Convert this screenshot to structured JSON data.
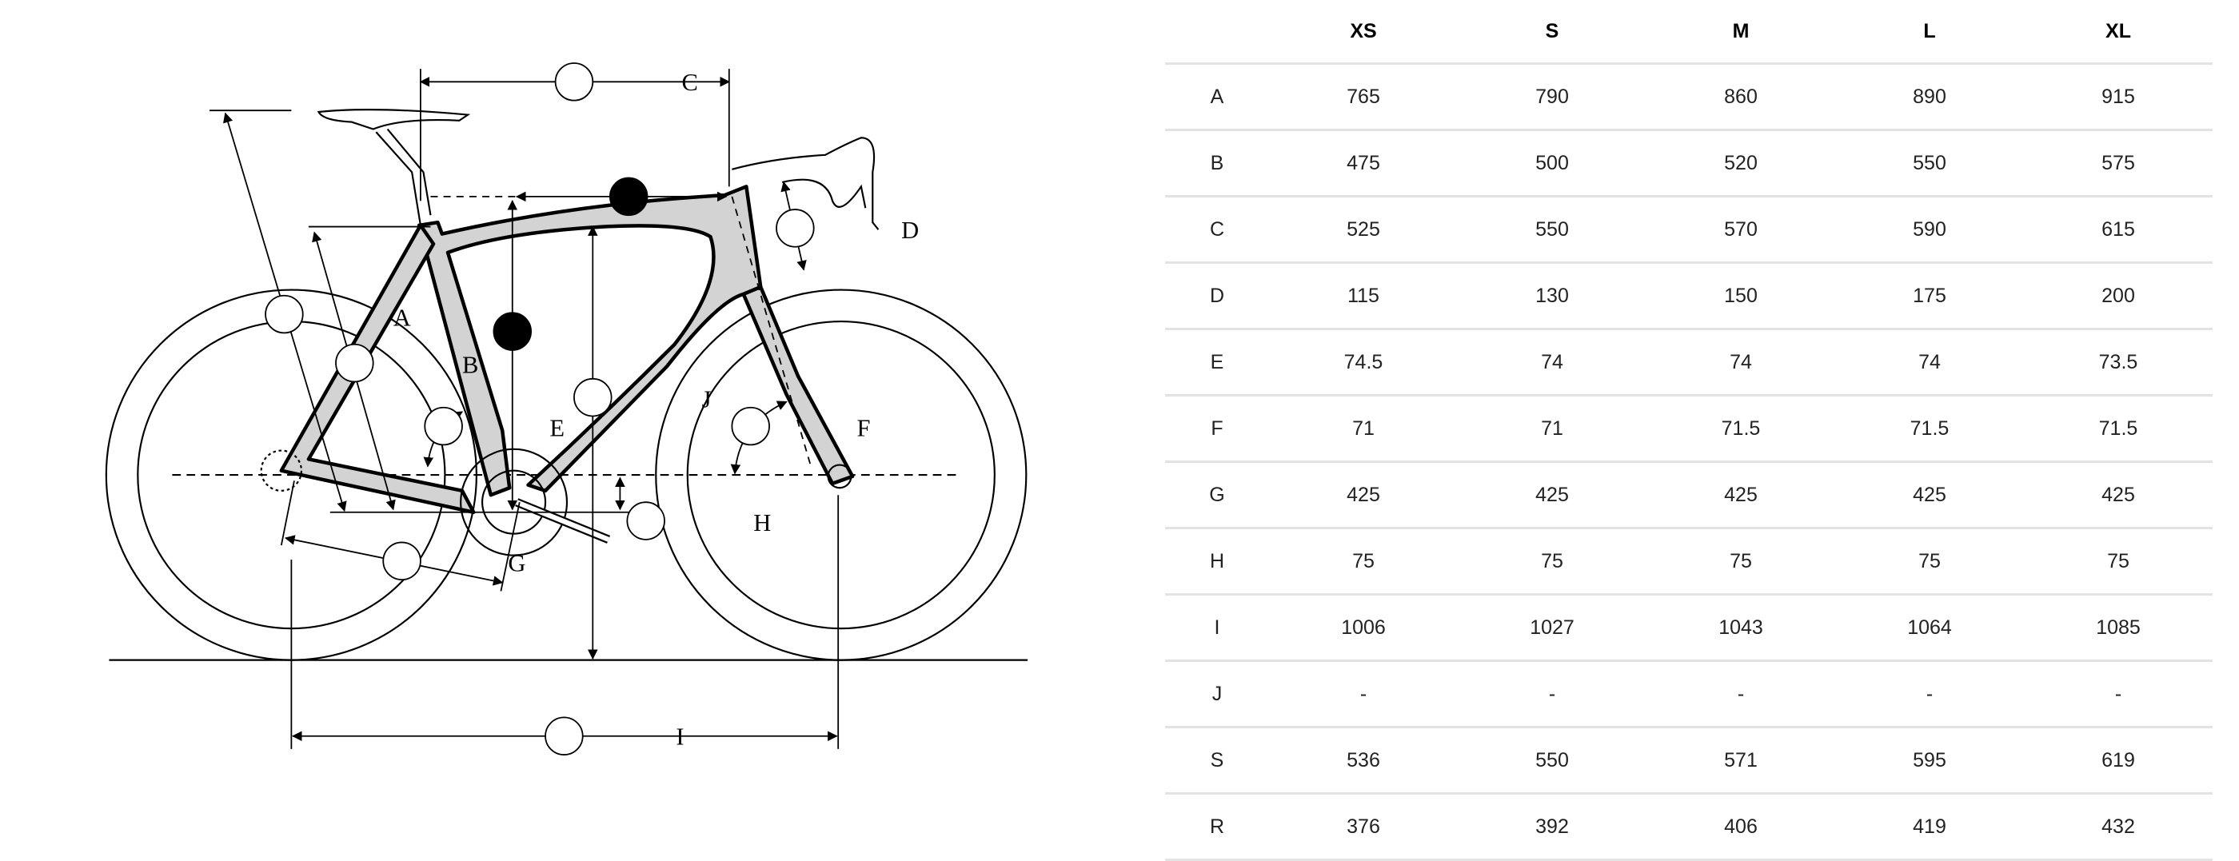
{
  "diagram": {
    "labels": {
      "A": "A",
      "B": "B",
      "C": "C",
      "D": "D",
      "E": "E",
      "F": "F",
      "G": "G",
      "H": "H",
      "I": "I",
      "J": "J"
    }
  },
  "table": {
    "headers": [
      "",
      "XS",
      "S",
      "M",
      "L",
      "XL"
    ],
    "rows": [
      {
        "label": "A",
        "values": [
          "765",
          "790",
          "860",
          "890",
          "915"
        ]
      },
      {
        "label": "B",
        "values": [
          "475",
          "500",
          "520",
          "550",
          "575"
        ]
      },
      {
        "label": "C",
        "values": [
          "525",
          "550",
          "570",
          "590",
          "615"
        ]
      },
      {
        "label": "D",
        "values": [
          "115",
          "130",
          "150",
          "175",
          "200"
        ]
      },
      {
        "label": "E",
        "values": [
          "74.5",
          "74",
          "74",
          "74",
          "73.5"
        ]
      },
      {
        "label": "F",
        "values": [
          "71",
          "71",
          "71.5",
          "71.5",
          "71.5"
        ]
      },
      {
        "label": "G",
        "values": [
          "425",
          "425",
          "425",
          "425",
          "425"
        ]
      },
      {
        "label": "H",
        "values": [
          "75",
          "75",
          "75",
          "75",
          "75"
        ]
      },
      {
        "label": "I",
        "values": [
          "1006",
          "1027",
          "1043",
          "1064",
          "1085"
        ]
      },
      {
        "label": "J",
        "values": [
          "-",
          "-",
          "-",
          "-",
          "-"
        ]
      },
      {
        "label": "S",
        "values": [
          "536",
          "550",
          "571",
          "595",
          "619"
        ]
      },
      {
        "label": "R",
        "values": [
          "376",
          "392",
          "406",
          "419",
          "432"
        ]
      }
    ]
  }
}
